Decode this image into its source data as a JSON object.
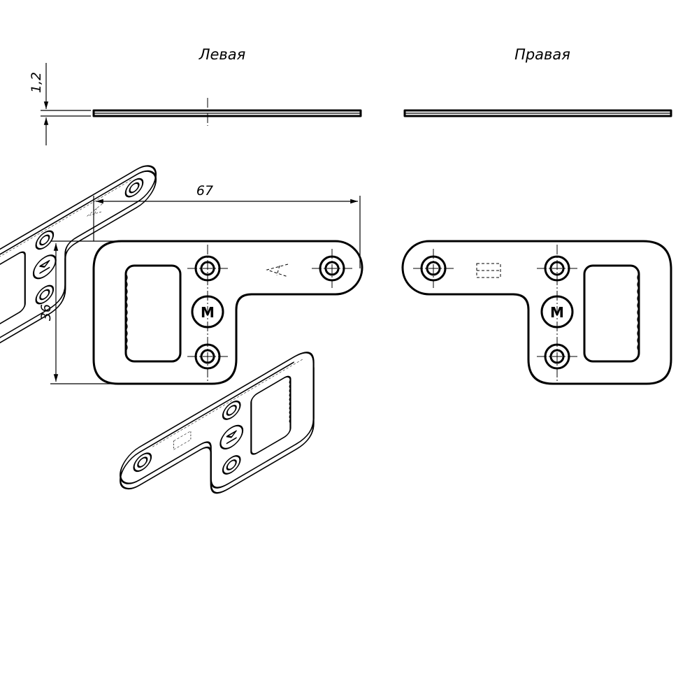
{
  "labels": {
    "left_part": "Левая",
    "right_part": "Правая"
  },
  "dimensions": {
    "thickness": "1,2",
    "length": "67",
    "height": "36"
  },
  "logo_mark": "M"
}
